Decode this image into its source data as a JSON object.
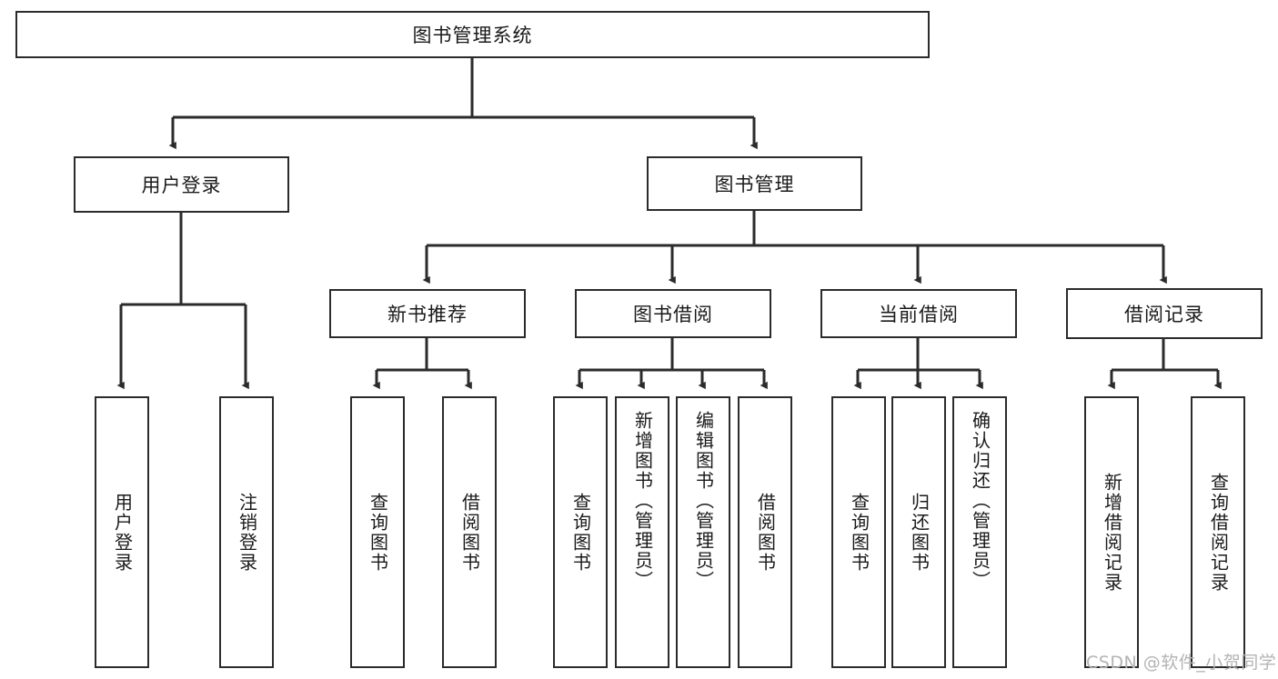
{
  "diagram": {
    "title": "图书管理系统",
    "type": "hierarchy-tree",
    "root": {
      "label": "图书管理系统",
      "children": [
        {
          "label": "用户登录",
          "children": [
            {
              "label": "用户登录"
            },
            {
              "label": "注销登录"
            }
          ]
        },
        {
          "label": "图书管理",
          "children": [
            {
              "label": "新书推荐",
              "children": [
                {
                  "label": "查询图书"
                },
                {
                  "label": "借阅图书"
                }
              ]
            },
            {
              "label": "图书借阅",
              "children": [
                {
                  "label": "查询图书"
                },
                {
                  "label": "新增图书（管理员）"
                },
                {
                  "label": "编辑图书（管理员）"
                },
                {
                  "label": "借阅图书"
                }
              ]
            },
            {
              "label": "当前借阅",
              "children": [
                {
                  "label": "查询图书"
                },
                {
                  "label": "归还图书"
                },
                {
                  "label": "确认归还（管理员）"
                }
              ]
            },
            {
              "label": "借阅记录",
              "children": [
                {
                  "label": "新增借阅记录"
                },
                {
                  "label": "查询借阅记录"
                }
              ]
            }
          ]
        }
      ]
    }
  },
  "nodes": {
    "root": "图书管理系统",
    "user_login": "用户登录",
    "book_manage": "图书管理",
    "new_book_rec": "新书推荐",
    "book_borrow": "图书借阅",
    "current_borrow": "当前借阅",
    "borrow_record": "借阅记录",
    "leaf_user_login": "用户登录",
    "leaf_logout": "注销登录",
    "leaf_query_book_a": "查询图书",
    "leaf_borrow_book_a": "借阅图书",
    "leaf_query_book_b": "查询图书",
    "leaf_add_book": "新增图书（管理员）",
    "leaf_edit_book": "编辑图书（管理员）",
    "leaf_borrow_book_b": "借阅图书",
    "leaf_query_book_c": "查询图书",
    "leaf_return_book": "归还图书",
    "leaf_confirm_return": "确认归还（管理员）",
    "leaf_add_record": "新增借阅记录",
    "leaf_query_record": "查询借阅记录"
  },
  "watermark": {
    "text": "CSDN @软件_小贺同学"
  },
  "colors": {
    "stroke": "#2b2b2b",
    "fill": "#ffffff",
    "text": "#1a1a1a",
    "watermark": "#b4b4b4"
  }
}
